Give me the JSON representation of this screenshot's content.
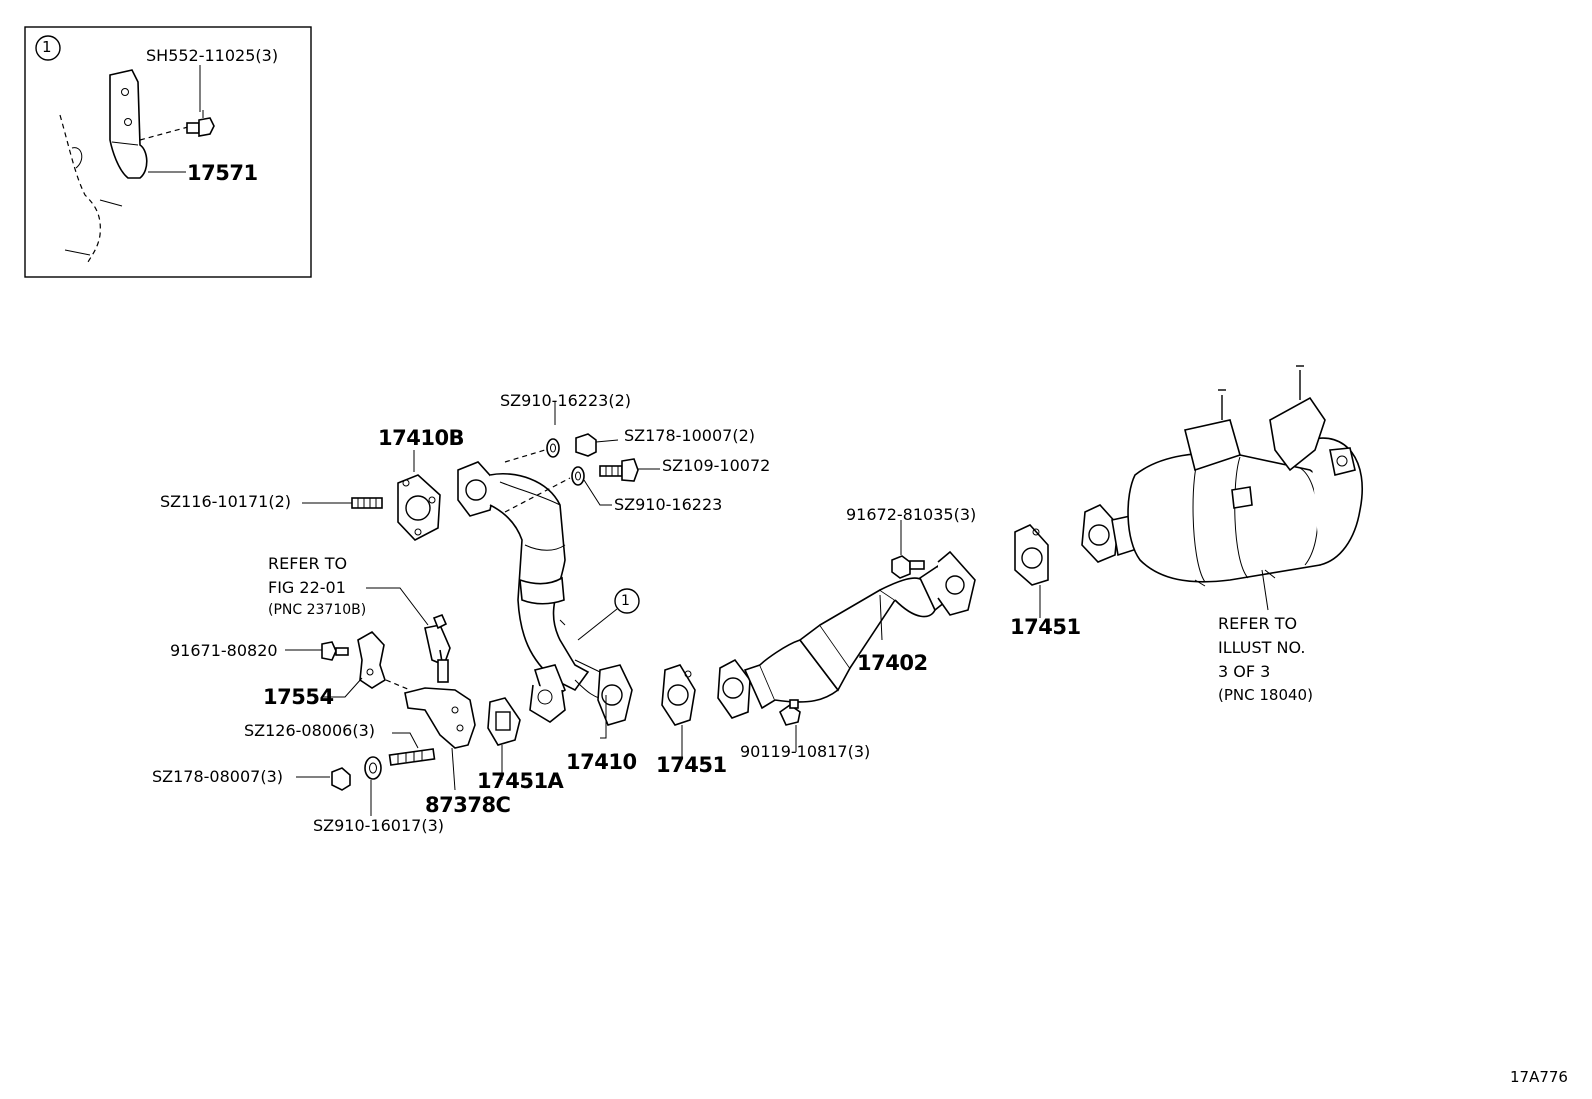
{
  "inset": {
    "marker": "1",
    "labels": {
      "bolt": "SH552-11025(3)",
      "bracket": "17571"
    }
  },
  "labels": {
    "sz910_16223_2": "SZ910-16223(2)",
    "p17410b": "17410B",
    "sz178_10007_2": "SZ178-10007(2)",
    "sz109_10072": "SZ109-10072",
    "sz116_10171_2": "SZ116-10171(2)",
    "sz910_16223": "SZ910-16223",
    "p91672_81035_3": "91672-81035(3)",
    "refer_fig_line1": "REFER TO",
    "refer_fig_line2": "FIG 22-01",
    "refer_fig_line3": "(PNC 23710B)",
    "p91671_80820": "91671-80820",
    "p17554": "17554",
    "sz126_08006_3": "SZ126-08006(3)",
    "sz178_08007_3": "SZ178-08007(3)",
    "p87378c": "87378C",
    "sz910_16017_3": "SZ910-16017(3)",
    "p17451a": "17451A",
    "p17410": "17410",
    "p17451_left": "17451",
    "p90119_10817_3": "90119-10817(3)",
    "p17402": "17402",
    "p17451_right": "17451",
    "refer_illust_line1": "REFER TO",
    "refer_illust_line2": "ILLUST NO.",
    "refer_illust_line3": "3 OF 3",
    "refer_illust_line4": "(PNC 18040)",
    "callout_marker": "1"
  },
  "footer": {
    "illustration_id": "17A776"
  }
}
